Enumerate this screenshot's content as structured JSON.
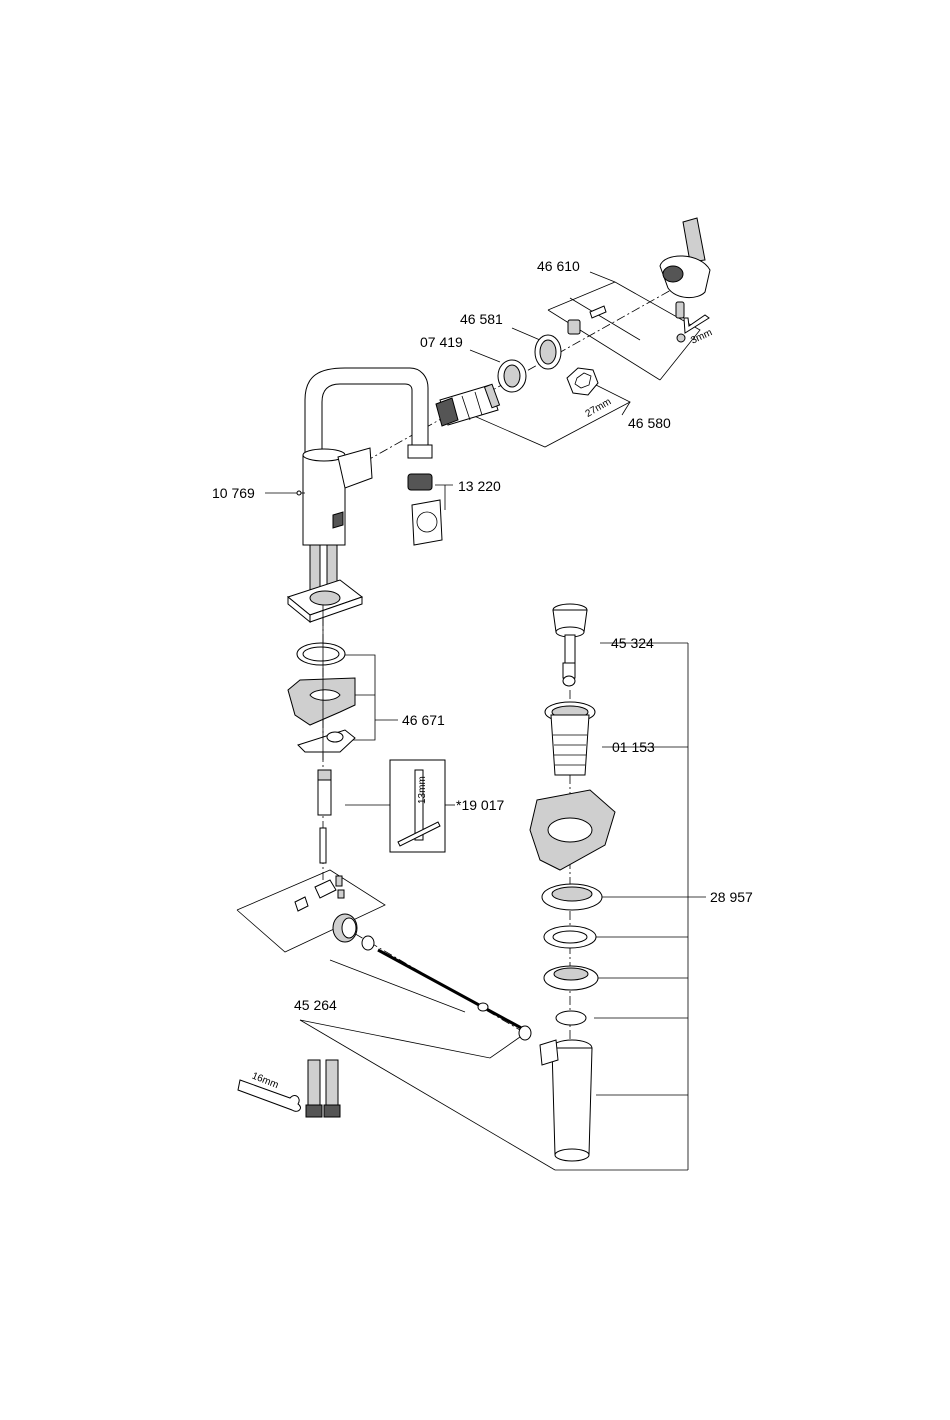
{
  "parts": {
    "p46610": "46 610",
    "p46581": "46 581",
    "p07419": "07 419",
    "p46580": "46 580",
    "p10769": "10 769",
    "p13220": "13 220",
    "p46671": "46 671",
    "p19017": "*19 017",
    "p45324": "45 324",
    "p01153": "01 153",
    "p28957": "28 957",
    "p45264": "45 264"
  },
  "dims": {
    "d3mm": "3mm",
    "d27mm": "27mm",
    "d13mm": "13mm",
    "d16mm": "16mm"
  }
}
